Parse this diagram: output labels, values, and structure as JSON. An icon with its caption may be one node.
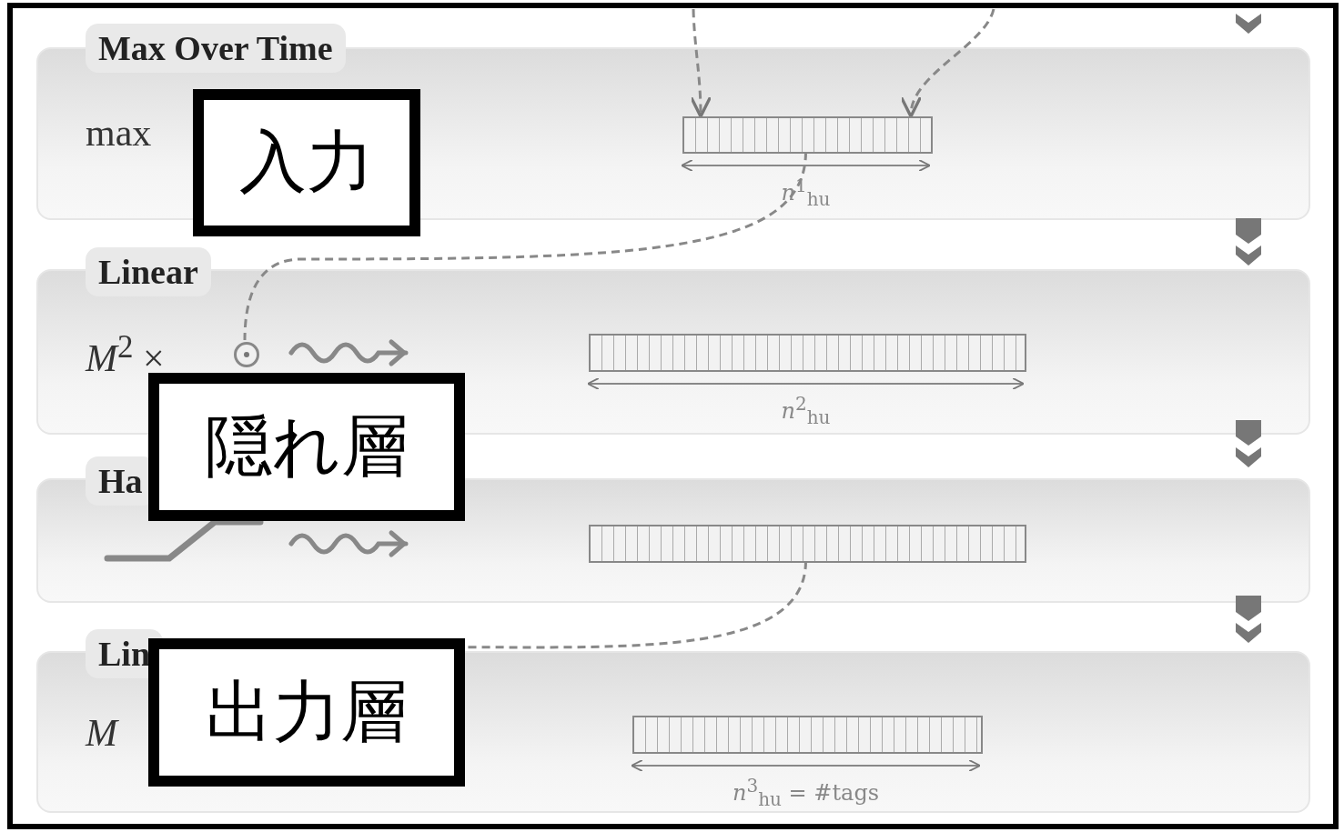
{
  "diagram": {
    "nodes": [
      {
        "text": [
          "Max Over Time",
          "max"
        ]
      },
      {
        "text": [],
        "shape": "bar",
        "in": 0
      },
      {
        "text": [
          "Linear",
          "*M*$^{2}$ ×"
        ]
      },
      {
        "text": [],
        "shape": "circle",
        "in": 2
      },
      {
        "text": [],
        "shape": "bar",
        "in": 2
      },
      {
        "text": [
          "Ha"
        ]
      },
      {
        "text": [],
        "shape": "bar",
        "in": 5
      },
      {
        "text": [
          "Lin",
          "*M*"
        ]
      },
      {
        "text": [],
        "shape": "bar",
        "in": 7
      },
      {
        "text": [
          "入力"
        ]
      },
      {
        "text": [
          "隠れ層"
        ]
      },
      {
        "text": [
          "出力層"
        ]
      }
    ],
    "edges": [
      {
        "from": null,
        "to": 1,
        "arrow": "to",
        "style": "dashed"
      },
      {
        "from": null,
        "to": 1,
        "arrow": "to",
        "style": "dashed"
      },
      {
        "from": 1,
        "to": 3,
        "arrow": "none",
        "style": "dashed"
      },
      {
        "from": 6,
        "to": 11,
        "arrow": "none",
        "style": "dashed"
      }
    ],
    "labels": [
      "*n*$^{1}$$_{hu}$",
      "*n*$^{2}$$_{hu}$",
      "*n*$^{3}$$_{hu}$ = #tags"
    ]
  }
}
